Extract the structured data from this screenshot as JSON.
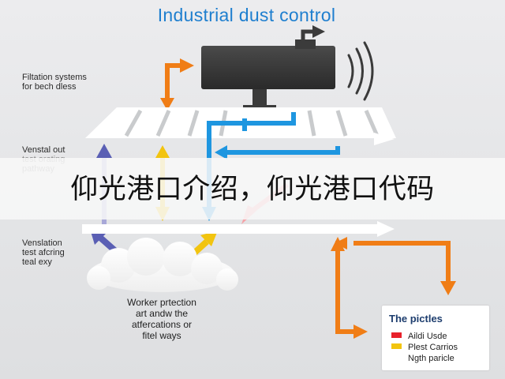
{
  "title": "Industrial dust control",
  "labels": {
    "filtration": [
      "Filtation systems",
      "for bech dless"
    ],
    "vent_out": [
      "Venstal out",
      "test orating",
      "pathway"
    ],
    "vent_lation": [
      "Venslation",
      "test afcring",
      "teal exy"
    ],
    "worker": [
      "Worker prtection",
      "art andw the",
      "atfercations or",
      "fitel ways"
    ]
  },
  "banner": "仰光港口介绍，仰光港口代码",
  "legend": {
    "title": "The pictles",
    "items": [
      {
        "label": "Aildi Usde",
        "color": "#e8212b"
      },
      {
        "label": "Plest Carrios",
        "color": "#f2c40f"
      },
      {
        "label": "Ngth paricle",
        "color": ""
      }
    ]
  },
  "colors": {
    "title": "#1f7fcf",
    "orange": "#f07d16",
    "blue": "#1e96e0",
    "yellow": "#f2c40f",
    "purple": "#5a5fb4",
    "lavender": "#a8a8d8",
    "pink": "#f5a3a8",
    "machine": "#3b3b3b"
  }
}
